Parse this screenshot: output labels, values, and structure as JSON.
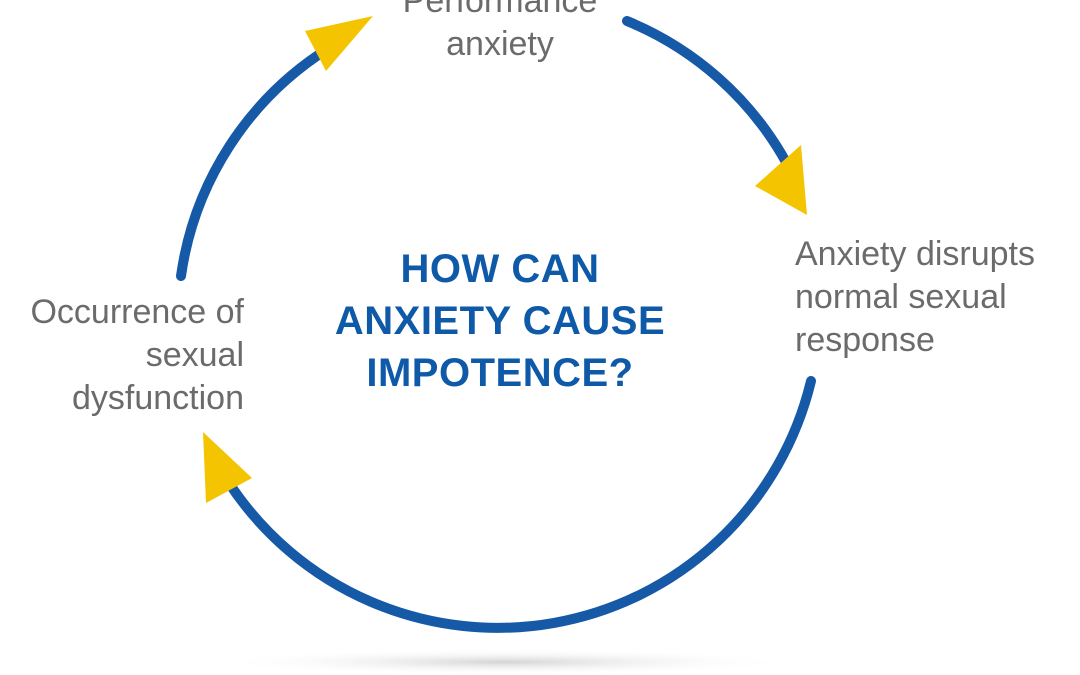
{
  "colors": {
    "ring": "#1659a7",
    "arrowheads": "#f5c400",
    "labels": "#6b6b6b",
    "title": "#0f5aa8"
  },
  "center_title": [
    "HOW CAN",
    "ANXIETY CAUSE",
    "IMPOTENCE?"
  ],
  "steps": [
    {
      "lines": [
        "Performance",
        "anxiety"
      ]
    },
    {
      "lines": [
        "Anxiety disrupts",
        "normal sexual",
        "response"
      ]
    },
    {
      "lines": [
        "Occurrence of",
        "sexual",
        "dysfunction"
      ]
    }
  ]
}
